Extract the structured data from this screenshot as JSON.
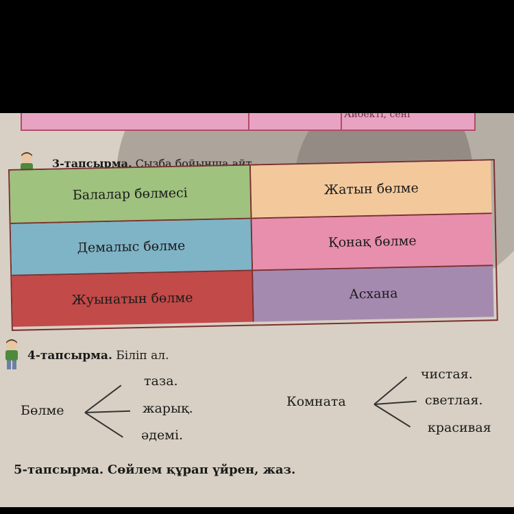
{
  "top_table": {
    "cell_text": "Айбекті, сені"
  },
  "task3": {
    "label": "3-тапсырма.",
    "instruction": "Сызба бойынша айт.",
    "rows": [
      {
        "left": "Балалар бөлмесі",
        "right": "Жатын бөлме"
      },
      {
        "left": "Демалыс бөлме",
        "right": "Қонақ бөлме"
      },
      {
        "left": "Жуынатын бөлме",
        "right": "Асхана"
      }
    ]
  },
  "task4": {
    "label": "4-тапсырма.",
    "instruction": "Біліп ал.",
    "left_word": "Бөлме",
    "left_branches": [
      "таза.",
      "жарық.",
      "әдемі."
    ],
    "right_word": "Комната",
    "right_branches": [
      "чистая.",
      "светлая.",
      "красивая"
    ]
  },
  "task5": {
    "label": "5-тапсырма.",
    "instruction": "Сөйлем құрап үйрен, жаз."
  },
  "colors": {
    "green": "#9fc27e",
    "peach": "#f3c99c",
    "blue": "#7fb4c6",
    "pink": "#e88fae",
    "red": "#c24a48",
    "purple": "#a58ab0",
    "page": "#d8d0c4"
  }
}
